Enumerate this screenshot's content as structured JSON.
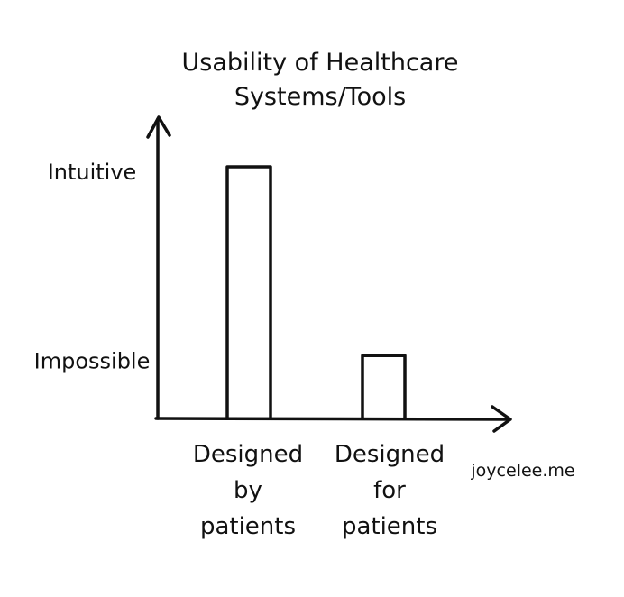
{
  "chart_data": {
    "type": "bar",
    "title": [
      "Usability of Healthcare",
      "Systems/Tools"
    ],
    "categories": [
      [
        "Designed",
        "by",
        "patients"
      ],
      [
        "Designed",
        "for",
        "patients"
      ]
    ],
    "values": [
      1.0,
      0.25
    ],
    "y_tick_labels": [
      {
        "label": "Intuitive",
        "value": 1.0
      },
      {
        "label": "Impossible",
        "value": 0.25
      }
    ],
    "ylim": [
      0,
      1.0
    ],
    "xlabel": "",
    "ylabel": "",
    "grid": false,
    "legend": "none",
    "line_color": "#111111"
  },
  "credit": "joycelee.me"
}
